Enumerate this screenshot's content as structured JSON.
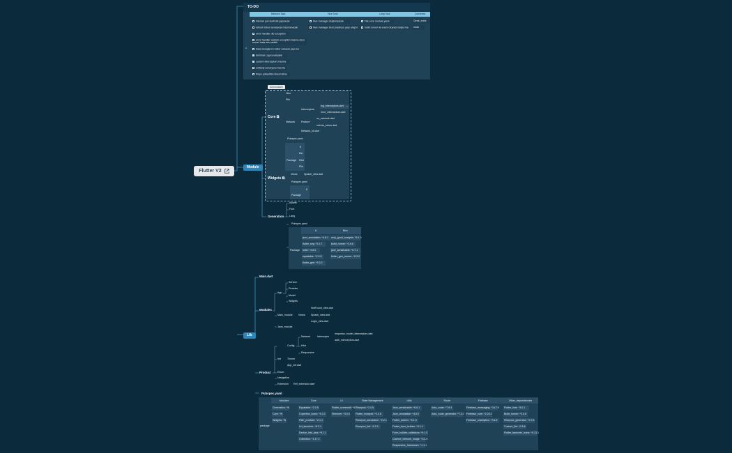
{
  "root": {
    "title": "Flutter V2",
    "icon": "external-link-icon"
  },
  "todo": {
    "title": "TO-DO",
    "columns": [
      "Network Task",
      "Hive Task",
      "Lang Task",
      "Conversio"
    ],
    "count_label": "4",
    "network_tasks": [
      {
        "label": "internet yok kontrolü yapılacak",
        "checked": false
      },
      {
        "label": "refresh token senaryosu hazırlanacak",
        "checked": false
      },
      {
        "label": "error handler dio exception",
        "checked": false
      },
      {
        "label": "error handler custom exception basına cüzo server hata hes sahieli",
        "checked": false
      },
      {
        "label": "hata mesajlarını toster sekasel yapı kur",
        "checked": false
      },
      {
        "label": "terminal Log kurulacaktı",
        "checked": true
      },
      {
        "label": "custom interceptors hazırla",
        "checked": true
      },
      {
        "label": "unitesty senaryosu hazırla",
        "checked": false
      },
      {
        "label": "birıyo yükseltilen lisesi atma",
        "checked": false
      }
    ],
    "hive_tasks": [
      {
        "label": "hive manager oluşturulacak",
        "checked": false
      },
      {
        "label": "hive manager best practices yapı araştır",
        "checked": false
      }
    ],
    "lang_tasks": [
      {
        "label": "File core module yarat",
        "checked": false
      },
      {
        "label": "build runner ile enum otoyasi oluşturma",
        "checked": false
      }
    ],
    "conv_tasks": [
      {
        "label": "Geek_enhe"
      },
      {
        "label": "mutu"
      }
    ]
  },
  "module": {
    "label": "Module",
    "submodules_tag": "Submodules",
    "core": {
      "label": "Core",
      "items": [
        "Hive",
        "Pile"
      ],
      "network": {
        "label": "Network",
        "interceptors": {
          "label": "Interceptors",
          "files": [
            "log_interceptors.dart",
            "error_interceptors.dart"
          ]
        },
        "features": {
          "label": "Feature",
          "files": [
            "no_network.dart",
            "refresh_token.dart"
          ]
        },
        "network_file": "Network_kit.dart"
      },
      "pubspec": "Pubspec.yaml",
      "package": {
        "label": "Package",
        "num": "8",
        "items": [
          "Dio",
          "Hive",
          "Pile"
        ]
      }
    },
    "widgets": {
      "label": "Widgets",
      "views": {
        "label": "Views",
        "file": "Splash_view.dart"
      },
      "pubspec": "Pubspec.yaml",
      "num": "8",
      "package": "Package"
    },
    "generation": {
      "label": "Generation",
      "items": [
        "Assets",
        "Font",
        "Lang"
      ],
      "pubspec": "Pubspec.yaml",
      "package_label": "Package",
      "columns": [
        "8",
        "Btec"
      ],
      "col1": [
        "json_annotation: ^4.8.1",
        "flutter_svg: ^2.0.7",
        "lottie: ^2.6.0",
        "equatable: ^2.0.5",
        "flutter_gen: ^5.3.2"
      ],
      "col2": [
        "very_good_analysis: ^5.1.0",
        "build_runner: ^2.4.6",
        "json_serializable: ^6.7.1",
        "flutter_gen_runner: ^5.3.2"
      ]
    }
  },
  "lib": {
    "label": "Lib",
    "main": "Main.dart",
    "modules": {
      "label": "Modules",
      "app": {
        "label": "App",
        "items": [
          "Service",
          "Provider",
          "Model",
          "Widgets"
        ]
      },
      "main_module": {
        "label": "Main_module",
        "views_label": "Views",
        "files": [
          "NotFound_view.dart",
          "Splash_view.dart",
          "Login_view.dart"
        ]
      },
      "json_module": "Json_module"
    },
    "product": {
      "label": "Product",
      "config": {
        "label": "Config",
        "network": {
          "label": "Network",
          "interceptor_label": "Interceptor",
          "files": [
            "response_model_interceptors.dart",
            "auth_interceptors.dart"
          ]
        },
        "hive": "Hive",
        "responsive": "Responsive"
      },
      "init": {
        "label": "Init",
        "items": [
          "Theme",
          "App_init.dart"
        ]
      },
      "enum": "Enum",
      "navigation": "Navigation",
      "extension": {
        "label": "Extension",
        "file": "Ref_extension.dart"
      }
    },
    "pubspec": {
      "label": "Pubspec.yaml",
      "package_label": "package",
      "columns": [
        "Modules",
        "Core",
        "UI",
        "State Management",
        "Utils",
        "Route",
        "Firebase",
        "Other_dependencies"
      ],
      "modules": [
        "Generation: ^N",
        "Core: ^N",
        "Widgets: ^N"
      ],
      "core": [
        "Equatable: ^2.0.5",
        "Cupertino_icons: ^1.0.2",
        "Path_provider: ^2.1.1",
        "Url_launcher: ^6.2.1",
        "Device_info_plus: ^9.1.1",
        "Collection: ^1.17.2"
      ],
      "ui": [
        "Flutter_screenutil: ^5.9.0",
        "Shimmer: ^3.0.0"
      ],
      "state": [
        "Riverpod: ^2.4.5",
        "Flutter_riverpod: ^2.4.5",
        "Riverpod_annotation: ^2.2.1",
        "Riverpod_lint: ^2.3.3"
      ],
      "utils": [
        "Json_serializable: ^6.6.1",
        "Json_annotation: ^4.8.0",
        "Flutter_dotenv: ^5.1.0",
        "Flutter_form_builder: ^9.1.1",
        "Form_builder_validators: ^9.1.0",
        "Cached_network_image: ^3.3.0",
        "Responsive_framework: ^1.1.1"
      ],
      "route": [
        "Auto_route: ^7.8.4",
        "Auto_route_generator: ^7.3.2"
      ],
      "firebase": [
        "Firebase_messaging: ^14.7.6",
        "Firebase_core: ^2.24.2",
        "Firebase_crashlytics: ^3.4.8"
      ],
      "other": [
        "Flutter_lints: ^3.0.1",
        "Build_runner: ^2.4.6",
        "Riverpod_generator: ^2.3.5",
        "Custom_lint: ^0.5.6",
        "Flutter_launcher_icons: ^0.13.1"
      ]
    }
  }
}
